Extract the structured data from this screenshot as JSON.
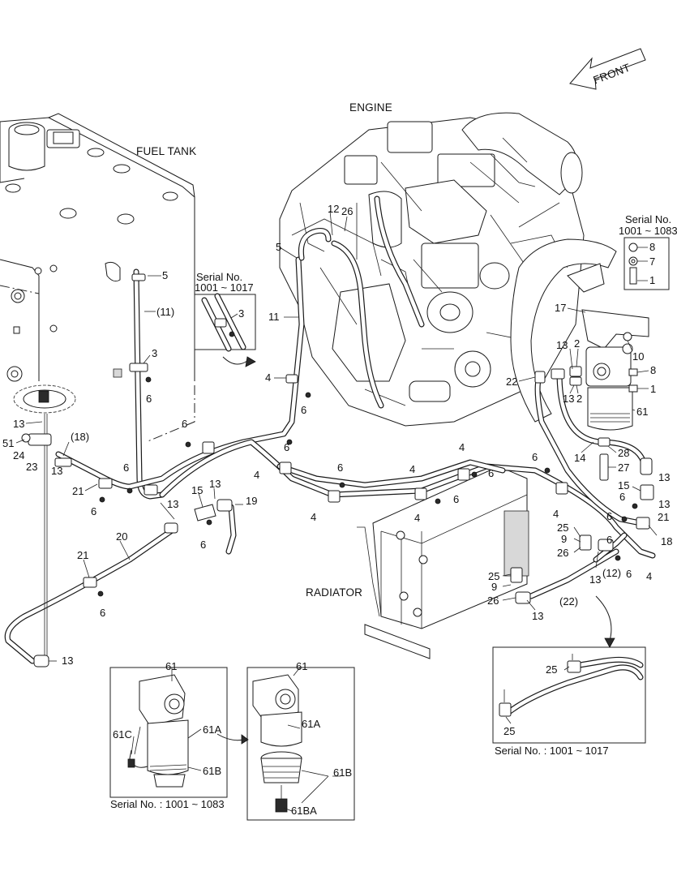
{
  "sections": {
    "front": "FRONT",
    "engine": "ENGINE",
    "fuel_tank": "FUEL TANK",
    "radiator": "RADIATOR"
  },
  "serial_notes": {
    "inset_hose_clip": "Serial No.\n1001 ~ 1017",
    "inset_bracket": "Serial No.\n1001 ~ 1083",
    "inset_filter_left": "Serial No. : 1001 ~ 1083",
    "inset_lower_right": "Serial No. : 1001 ~ 1017"
  },
  "callouts": {
    "c_12_top": "12",
    "c_26_top": "26",
    "c_5_engine": "5",
    "c_11": "11",
    "c_5_tank": "5",
    "c_11p": "(11)",
    "c_3_tank": "3",
    "c_6_tank": "6",
    "c_3_inset": "3",
    "c_8a": "8",
    "c_7": "7",
    "c_1a": "1",
    "c_17": "17",
    "c_10": "10",
    "c_13a": "13",
    "c_2a": "2",
    "c_22": "22",
    "c_13b": "13",
    "c_2b": "2",
    "c_8b": "8",
    "c_1b": "1",
    "c_61": "61",
    "c_14": "14",
    "c_28": "28",
    "c_27": "27",
    "c_4a": "4",
    "c_6a": "6",
    "c_13c": "13",
    "c_51": "51",
    "c_24": "24",
    "c_23": "23",
    "c_13d": "13",
    "c_18p": "(18)",
    "c_21a": "21",
    "c_6b": "6",
    "c_6c": "6",
    "c_6d": "6",
    "c_4b": "4",
    "c_6e": "6",
    "c_4c": "4",
    "c_6f": "6",
    "c_4d": "4",
    "c_4e": "4",
    "c_6g": "6",
    "c_4f": "4",
    "c_6h": "6",
    "c_6i": "6",
    "c_15a": "15",
    "c_13e": "13",
    "c_13f": "13",
    "c_19": "19",
    "c_6j": "6",
    "c_20": "20",
    "c_21b": "21",
    "c_6k": "6",
    "c_13g": "13",
    "c_13h": "13",
    "c_15b": "15",
    "c_6l": "6",
    "c_13i": "13",
    "c_21c": "21",
    "c_4g": "4",
    "c_6m": "6",
    "c_18": "18",
    "c_25a": "25",
    "c_9a": "9",
    "c_6n": "6",
    "c_26a": "26",
    "c_13j": "13",
    "c_12p": "(12)",
    "c_6o": "6",
    "c_4h": "4",
    "c_25b": "25",
    "c_9b": "9",
    "c_26b": "26",
    "c_22p": "(22)",
    "c_13k": "13",
    "c_61_left": "61",
    "c_61A_left": "61A",
    "c_61C": "61C",
    "c_61B_left": "61B",
    "c_61_right": "61",
    "c_61A_right": "61A",
    "c_61B_right": "61B",
    "c_61BA": "61BA",
    "c_25c": "25",
    "c_25d": "25"
  },
  "colors": {
    "ink": "#1a1a1a",
    "background": "#ffffff",
    "hose_fill": "#ffffff"
  }
}
